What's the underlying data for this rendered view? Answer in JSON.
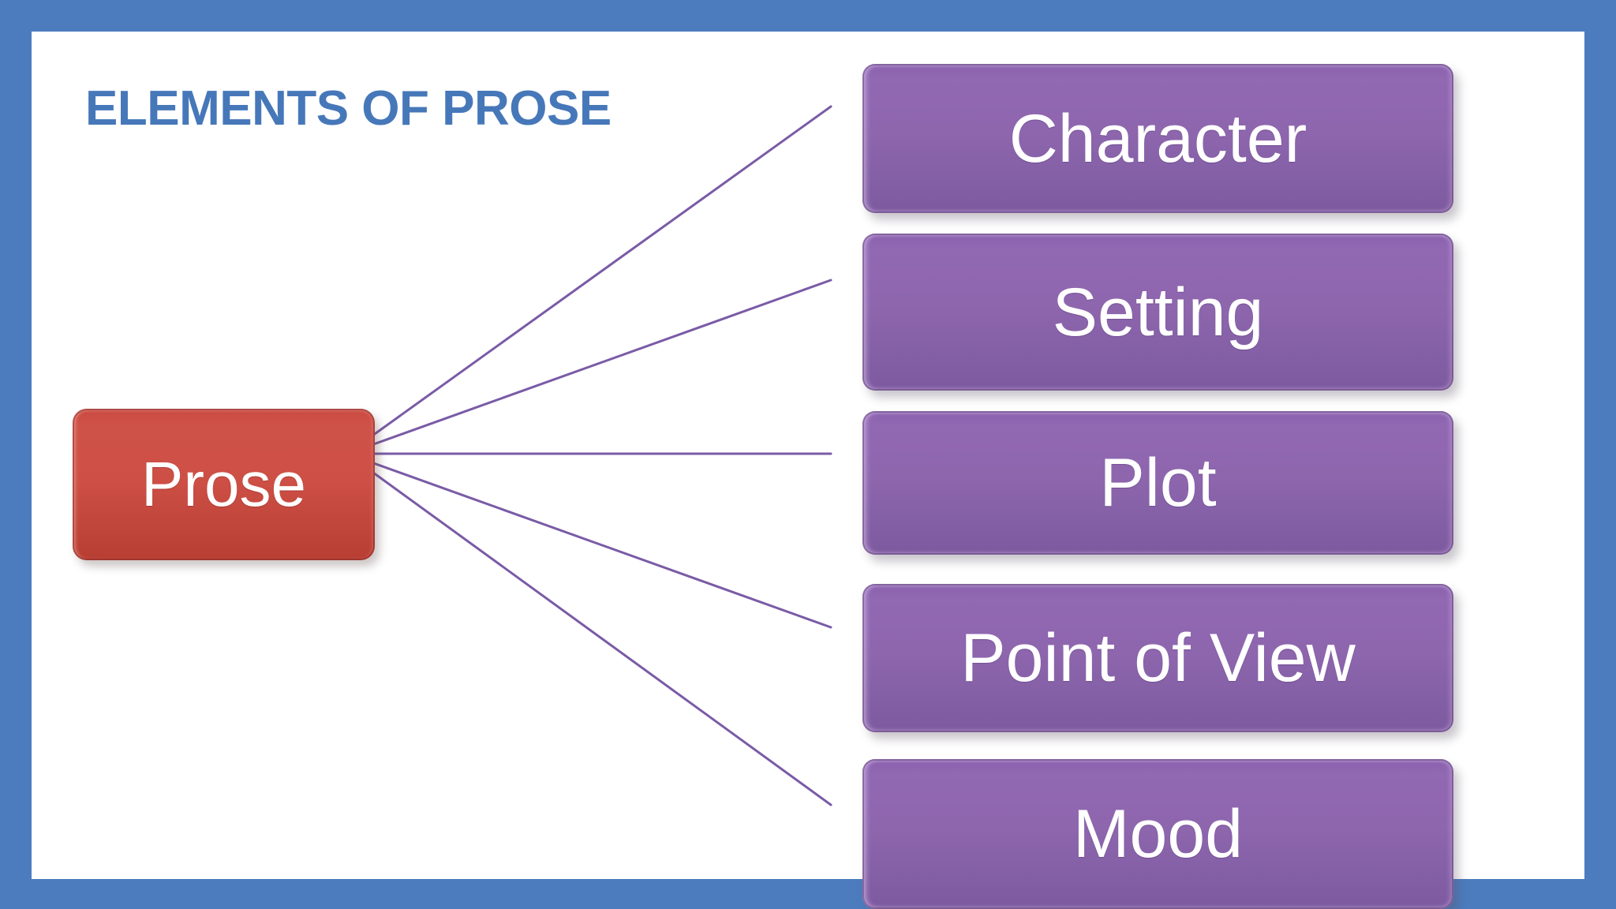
{
  "slide": {
    "title": "ELEMENTS OF PROSE",
    "title_color": "#4678b9",
    "frame_color": "#4c7cbe",
    "canvas_color": "#ffffff"
  },
  "diagram": {
    "type": "radial-hierarchy",
    "connector_color": "#7a5ba6",
    "root": {
      "label": "Prose",
      "color": "#c94a40",
      "text_color": "#ffffff"
    },
    "branches": [
      {
        "label": "Character",
        "color": "#8a60ad",
        "text_color": "#ffffff",
        "font_size": 84
      },
      {
        "label": "Setting",
        "color": "#8a60ad",
        "text_color": "#ffffff",
        "font_size": 84
      },
      {
        "label": "Plot",
        "color": "#8a60ad",
        "text_color": "#ffffff",
        "font_size": 84
      },
      {
        "label": "Point of View",
        "color": "#8a60ad",
        "text_color": "#ffffff",
        "font_size": 84
      },
      {
        "label": "Mood",
        "color": "#8a60ad",
        "text_color": "#ffffff",
        "font_size": 84
      }
    ]
  }
}
